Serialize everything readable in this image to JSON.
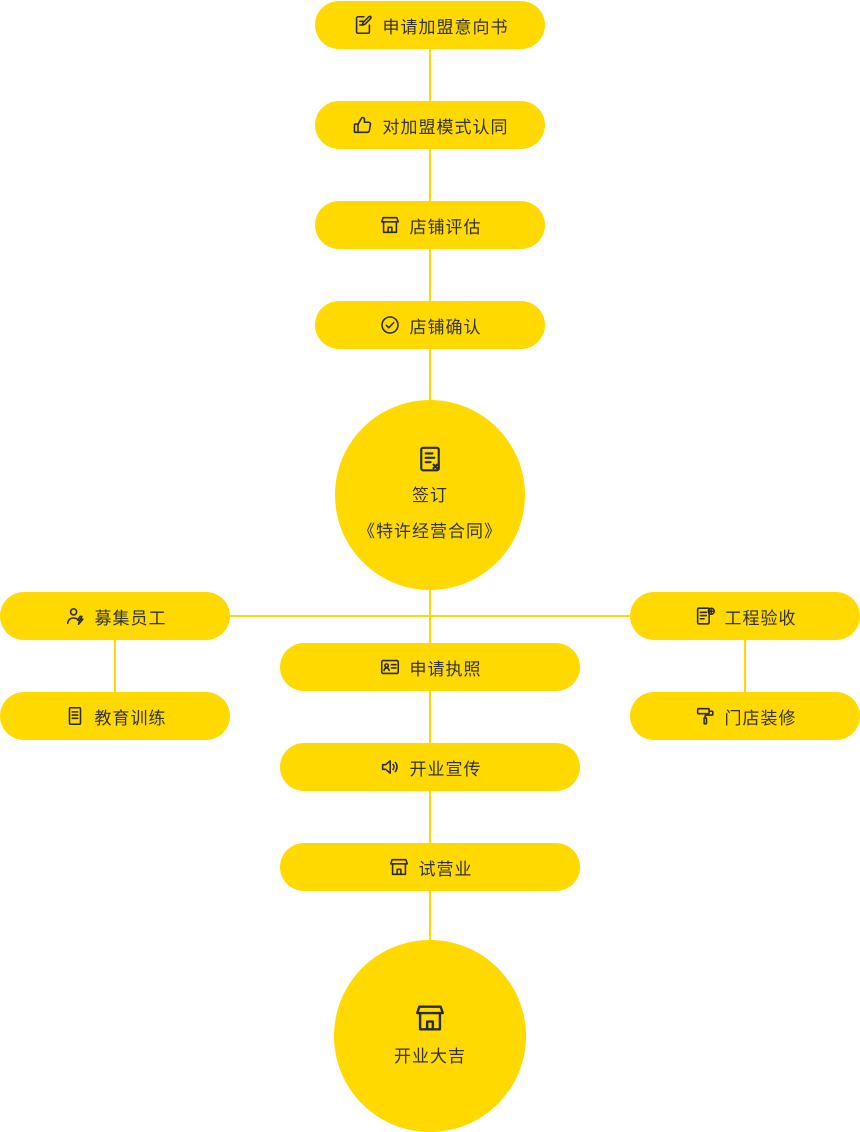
{
  "theme": {
    "accent_yellow": "#FFD900",
    "text_color": "#333333",
    "background": "#FFFFFF",
    "icon_color": "#2B2B2B"
  },
  "flow": {
    "top_steps": [
      {
        "label": "申请加盟意向书",
        "icon": "document-edit-icon"
      },
      {
        "label": "对加盟模式认同",
        "icon": "thumbs-up-icon"
      },
      {
        "label": "店铺评估",
        "icon": "storefront-icon"
      },
      {
        "label": "店铺确认",
        "icon": "check-circle-icon"
      }
    ],
    "contract_circle": {
      "line1": "签订",
      "line2": "《特许经营合同》",
      "icon": "contract-document-icon"
    },
    "left_branch": [
      {
        "label": "募集员工",
        "icon": "recruit-person-icon"
      },
      {
        "label": "教育训练",
        "icon": "training-notes-icon"
      }
    ],
    "right_branch": [
      {
        "label": "工程验收",
        "icon": "inspection-document-icon"
      },
      {
        "label": "门店装修",
        "icon": "paint-roller-icon"
      }
    ],
    "center_steps": [
      {
        "label": "申请执照",
        "icon": "license-card-icon"
      },
      {
        "label": "开业宣传",
        "icon": "speaker-icon"
      },
      {
        "label": "试营业",
        "icon": "storefront-icon"
      }
    ],
    "final_circle": {
      "label": "开业大吉",
      "icon": "storefront-icon"
    }
  }
}
